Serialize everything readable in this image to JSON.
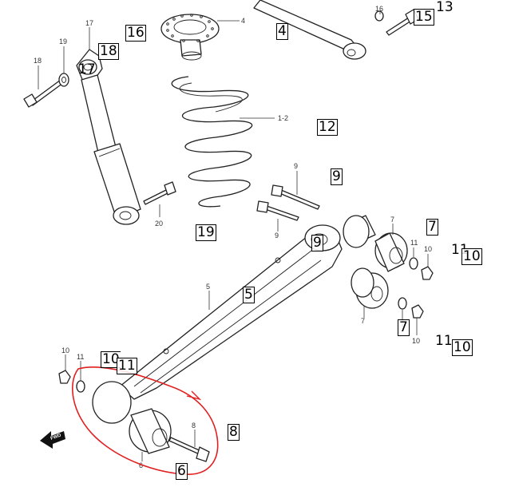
{
  "callouts": [
    "18",
    "19",
    "17",
    "16",
    "4",
    "16",
    "15",
    "13",
    "1-2",
    "9",
    "9",
    "20",
    "5",
    "7",
    "11",
    "10",
    "10",
    "11",
    "10",
    "8",
    "6",
    "FWD"
  ],
  "overlay_labels": [
    "13",
    "15",
    "18",
    "17",
    "16",
    "4",
    "12",
    "9",
    "19",
    "9",
    "7",
    "5",
    "11",
    "10",
    "7",
    "11",
    "10",
    "10",
    "11",
    "8",
    "6"
  ],
  "annotation": {
    "color": "#e02020"
  },
  "colors": {
    "line": "#222222",
    "background": "#ffffff"
  }
}
